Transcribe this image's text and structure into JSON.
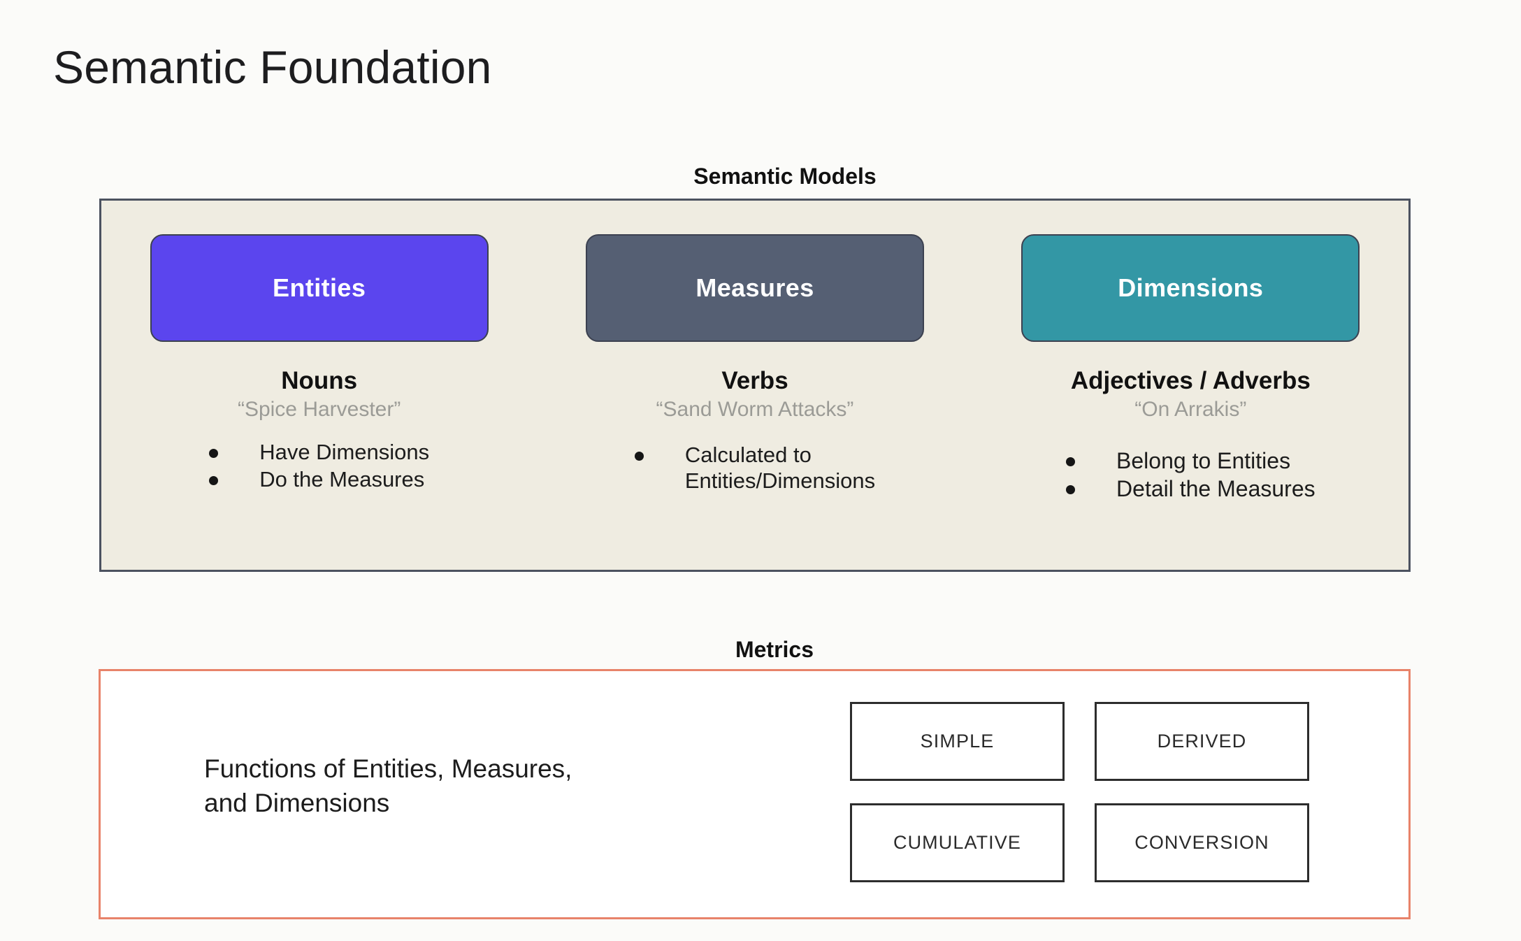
{
  "slide": {
    "title": "Semantic Foundation",
    "background_color": "#fbfbf9"
  },
  "semantic_models": {
    "caption": "Semantic Models",
    "panel_fill": "#efece1",
    "panel_border": "#4c5260",
    "columns": [
      {
        "card_label": "Entities",
        "card_color": "#5b45ee",
        "part_of_speech": "Nouns",
        "example": "“Spice Harvester”",
        "bullets": [
          "Have Dimensions",
          "Do the Measures"
        ]
      },
      {
        "card_label": "Measures",
        "card_color": "#555f73",
        "part_of_speech": "Verbs",
        "example": "“Sand Worm Attacks”",
        "bullets": [
          "Calculated to\nEntities/Dimensions"
        ]
      },
      {
        "card_label": "Dimensions",
        "card_color": "#3397a5",
        "part_of_speech": "Adjectives / Adverbs",
        "example": "“On Arrakis”",
        "bullets": [
          "Belong to Entities",
          "Detail the Measures"
        ]
      }
    ]
  },
  "metrics": {
    "caption": "Metrics",
    "panel_border": "#e8836a",
    "description_line1": "Functions of Entities, Measures,",
    "description_line2": "and Dimensions",
    "types": [
      "SIMPLE",
      "DERIVED",
      "CUMULATIVE",
      "CONVERSION"
    ]
  }
}
